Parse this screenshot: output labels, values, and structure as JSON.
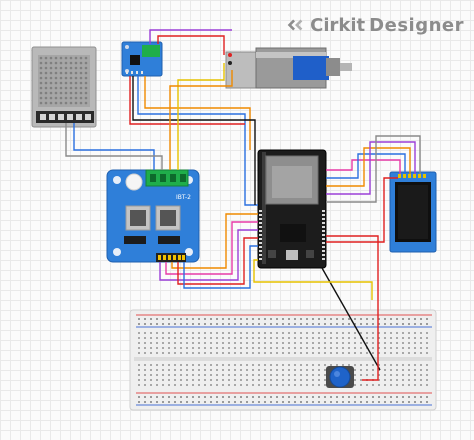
{
  "brand": {
    "name_part1": "Cirkit",
    "name_part2": "Designer",
    "logo_icon": "cirkit-logo-icon"
  },
  "driver": {
    "label": "IBT-2"
  },
  "colors": {
    "wire_red": "#e02020",
    "wire_black": "#111111",
    "wire_blue": "#2a6fe0",
    "wire_orange": "#f08a00",
    "wire_purple": "#9b3fd8",
    "wire_magenta": "#e83aa8",
    "wire_yellow": "#e6c200",
    "wire_green": "#1f9e3a",
    "wire_gray": "#8a8a8a",
    "board_blue": "#2f7fd9",
    "board_esp": "#1c1c1c",
    "button_blue": "#1f63c9"
  }
}
